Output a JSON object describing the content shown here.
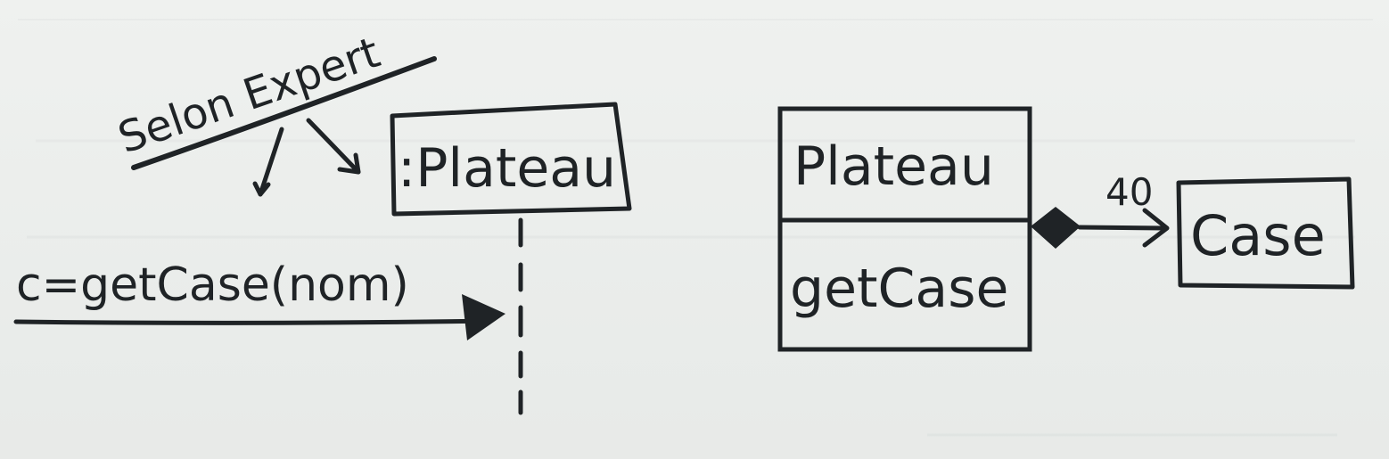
{
  "annotation": {
    "label": "Selon Expert"
  },
  "sequence": {
    "lifeline_object": ":Plateau",
    "message": "c=getCase(nom)"
  },
  "class_diagram": {
    "class_name": "Plateau",
    "operation": "getCase",
    "associated_class": "Case",
    "multiplicity": "40"
  },
  "colors": {
    "paper": "#e9ecea",
    "ink": "#1f2326"
  }
}
